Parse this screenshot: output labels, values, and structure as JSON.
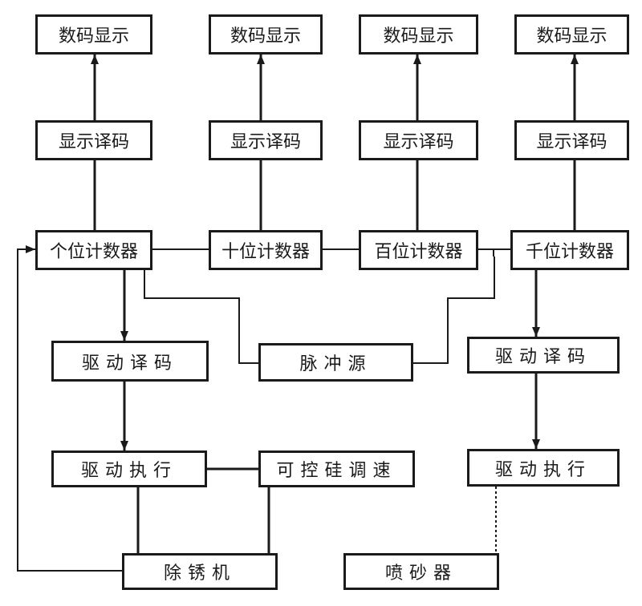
{
  "diagram": {
    "row1": [
      "数码显示",
      "数码显示",
      "数码显示",
      "数码显示"
    ],
    "row2": [
      "显示译码",
      "显示译码",
      "显示译码",
      "显示译码"
    ],
    "row3": [
      "个位计数器",
      "十位计数器",
      "百位计数器",
      "千位计数器"
    ],
    "left_drive_decode": "驱动译码",
    "pulse_source": "脉冲源",
    "right_drive_decode": "驱动译码",
    "left_drive_exec": "驱动执行",
    "scr_speed": "可控硅调速",
    "right_drive_exec": "驱动执行",
    "rust_remover": "除锈机",
    "sandblaster": "喷砂器"
  }
}
